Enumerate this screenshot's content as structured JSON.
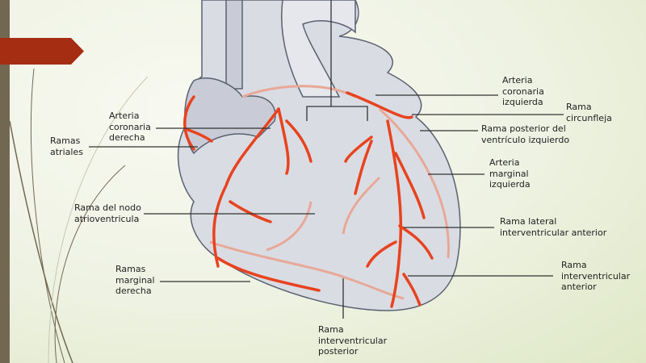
{
  "slide": {
    "accent_color": "#a52d11",
    "bar_color": "#726851"
  },
  "labels": {
    "arteria_coronaria_derecha": "Arteria\ncoronaria\nderecha",
    "ramas_atriales": "Ramas\natriales",
    "rama_nodo_av": "Rama del nodo\natrioventricula",
    "ramas_marginal_derecha": "Ramas\nmarginal\nderecha",
    "rama_iv_posterior": "Rama\ninterventricular\nposterior",
    "arteria_coronaria_izquierda": "Arteria\ncoronaria\nizquierda",
    "rama_circunfleja": "Rama\ncircunfleja",
    "rama_posterior_vi": "Rama posterior del\nventrículo izquierdo",
    "arteria_marginal_izquierda": "Arteria\nmarginal\nizquierda",
    "rama_lateral_iv_anterior": "Rama lateral\ninterventricular anterior",
    "rama_iv_anterior": "Rama\ninterventricular\nanterior"
  }
}
